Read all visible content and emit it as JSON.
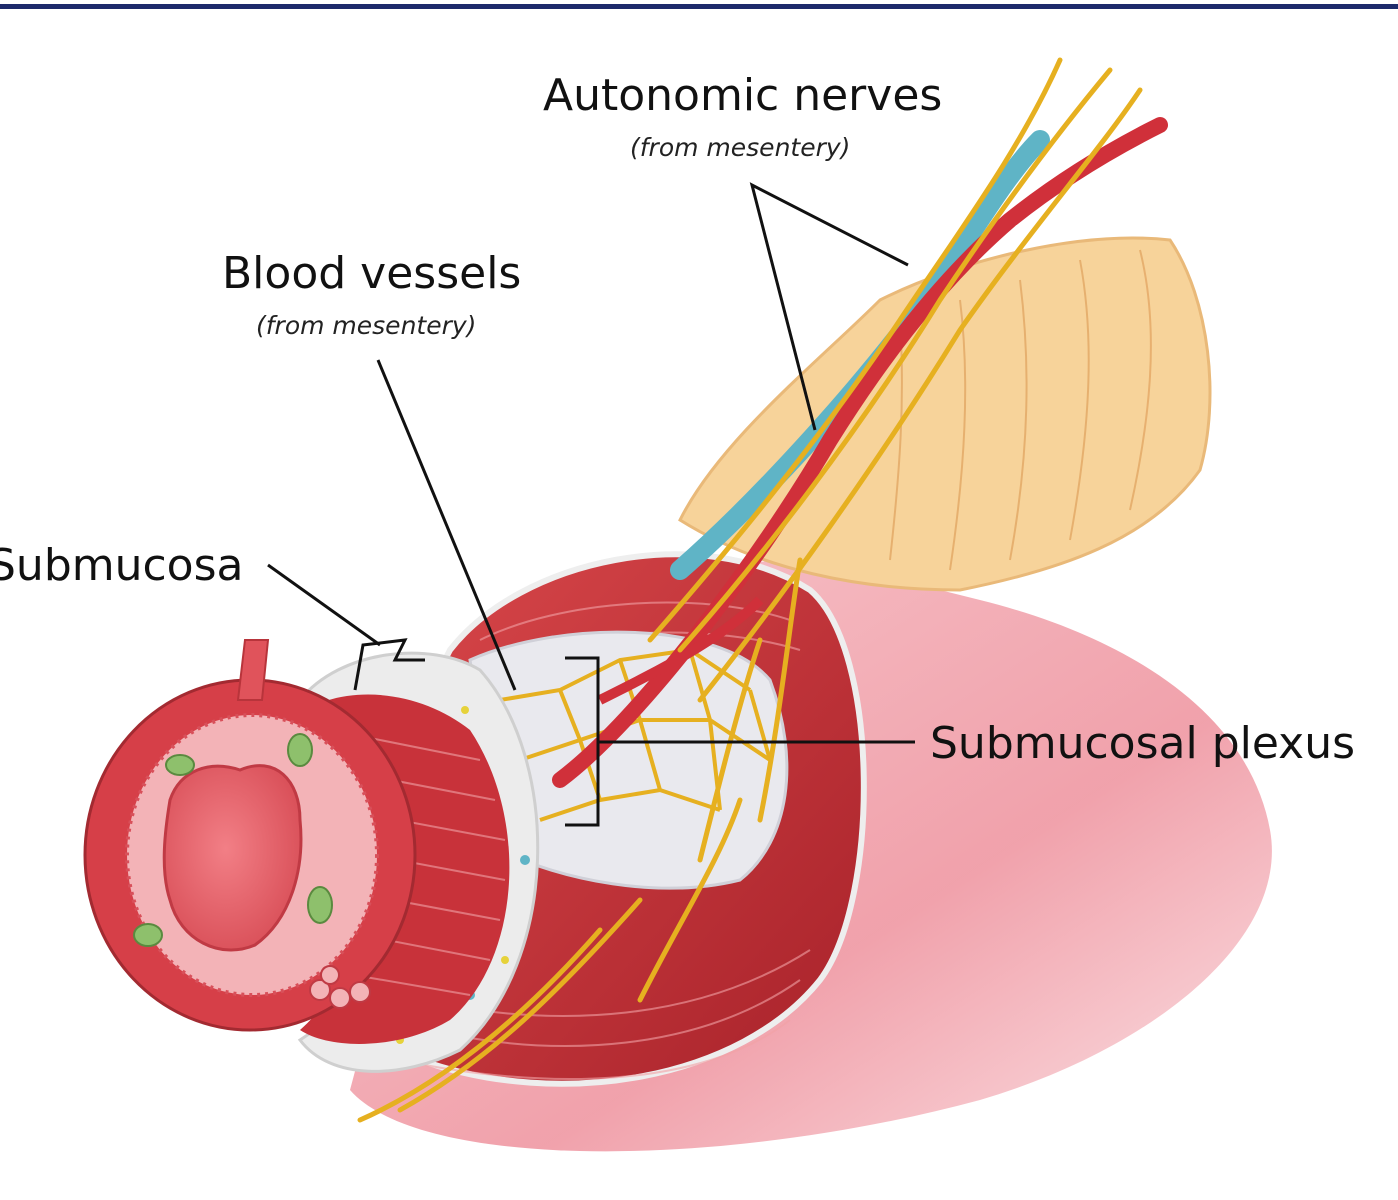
{
  "labels": {
    "autonomic_nerves": {
      "title": "Autonomic nerves",
      "note": "(from mesentery)"
    },
    "blood_vessels": {
      "title": "Blood vessels",
      "note": "(from mesentery)"
    },
    "submucosa": {
      "title": "Submucosa"
    },
    "submucosal_plexus": {
      "title": "Submucosal plexus"
    }
  },
  "colors": {
    "frame_rule": "#1d2a6b",
    "muscle": "#c9343a",
    "serosa": "#f2a9b1",
    "submucosa_layer": "#ececec",
    "nerve": "#e6b020",
    "vein": "#5fb4c6",
    "fat": "#f7d39a",
    "leader_line": "#111111"
  }
}
